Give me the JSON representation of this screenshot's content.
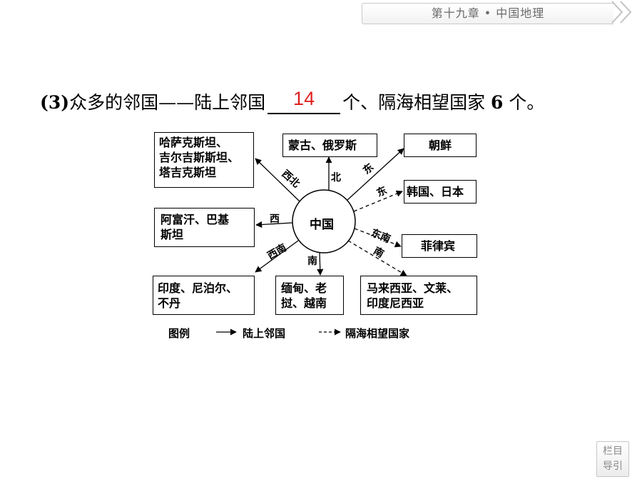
{
  "header": {
    "chapter_title": "第十九章 • 中国地理"
  },
  "question": {
    "number": "(3)",
    "prefix": "众多的邻国——陆上邻国",
    "answer": "14",
    "middle": "个、隔海相望国家",
    "count": "6",
    "suffix": "个。"
  },
  "diagram": {
    "center": "中国",
    "boxes": {
      "northwest": "哈萨克斯坦、\n吉尔吉斯斯坦、\n塔吉克斯坦",
      "north": "蒙古、俄罗斯",
      "east_land": "朝鲜",
      "east_sea": "韩国、日本",
      "west": "阿富汗、巴基\n斯坦",
      "southeast_sea": "菲律宾",
      "southwest": "印度、尼泊尔、\n不丹",
      "south": "缅甸、老\n挝、越南",
      "south_sea": "马来西亚、文莱、\n印度尼西亚"
    },
    "direction_labels": {
      "northwest": "西北",
      "north": "北",
      "east_land": "东",
      "east_sea": "东",
      "west": "西",
      "southeast": "东南",
      "south_sea": "南",
      "southwest": "西南",
      "south": "南"
    },
    "legend": {
      "title": "图例",
      "land": "陆上邻国",
      "sea": "隔海相望国家"
    }
  },
  "nav": {
    "line1": "栏目",
    "line2": "导引"
  }
}
